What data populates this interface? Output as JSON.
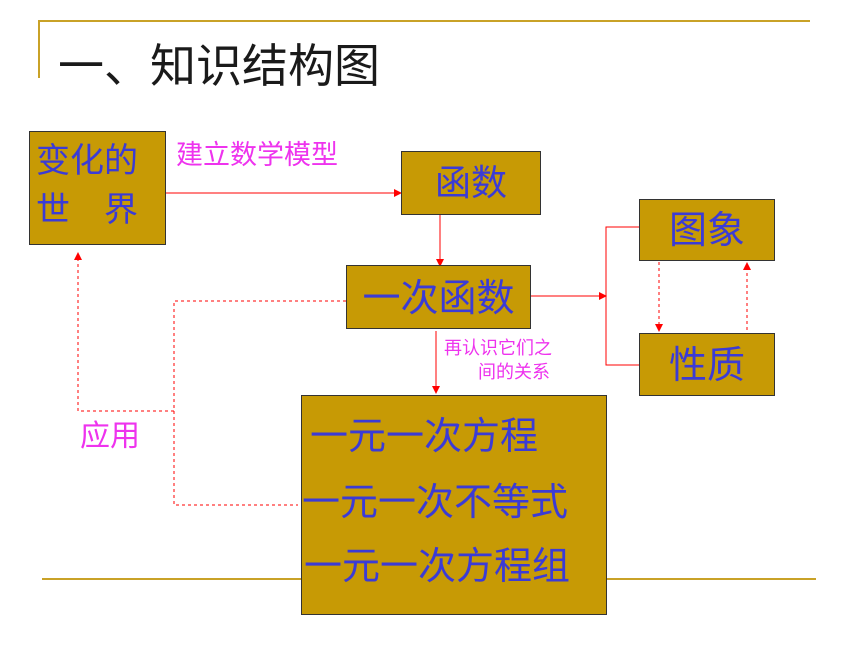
{
  "slide": {
    "title": "一、知识结构图"
  },
  "nodes": {
    "world_line1": "变化的",
    "world_line2": "世　界",
    "function": "函数",
    "linear_function": "一次函数",
    "graph": "图象",
    "property": "性质",
    "equation": "一元一次方程",
    "inequality": "一元一次不等式",
    "equation_system": "一元一次方程组"
  },
  "edge_labels": {
    "model": "建立数学模型",
    "relation_line1": "再认识它们之",
    "relation_line2": "间的关系",
    "apply": "应用"
  },
  "colors": {
    "box_fill": "#c79a05",
    "node_text": "#3b3bd6",
    "label_text": "#ee33ee",
    "arrow": "#ff0000",
    "rule": "#c9a227"
  }
}
